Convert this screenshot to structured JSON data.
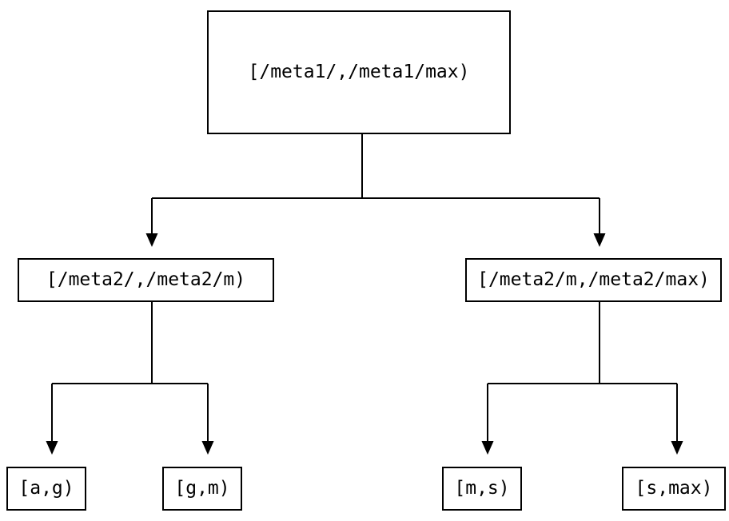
{
  "diagram": {
    "type": "tree",
    "background_color": "#ffffff",
    "line_color": "#000000",
    "text_color": "#000000",
    "nodes": {
      "root": {
        "label": "[/meta1/,/meta1/max)"
      },
      "branch_left": {
        "label": "[/meta2/,/meta2/m)"
      },
      "branch_right": {
        "label": "[/meta2/m,/meta2/max)"
      },
      "leaf_1": {
        "label": "[a,g)"
      },
      "leaf_2": {
        "label": "[g,m)"
      },
      "leaf_3": {
        "label": "[m,s)"
      },
      "leaf_4": {
        "label": "[s,max)"
      }
    },
    "edges": [
      {
        "from": "root",
        "to": "branch_left"
      },
      {
        "from": "root",
        "to": "branch_right"
      },
      {
        "from": "branch_left",
        "to": "leaf_1"
      },
      {
        "from": "branch_left",
        "to": "leaf_2"
      },
      {
        "from": "branch_right",
        "to": "leaf_3"
      },
      {
        "from": "branch_right",
        "to": "leaf_4"
      }
    ]
  }
}
